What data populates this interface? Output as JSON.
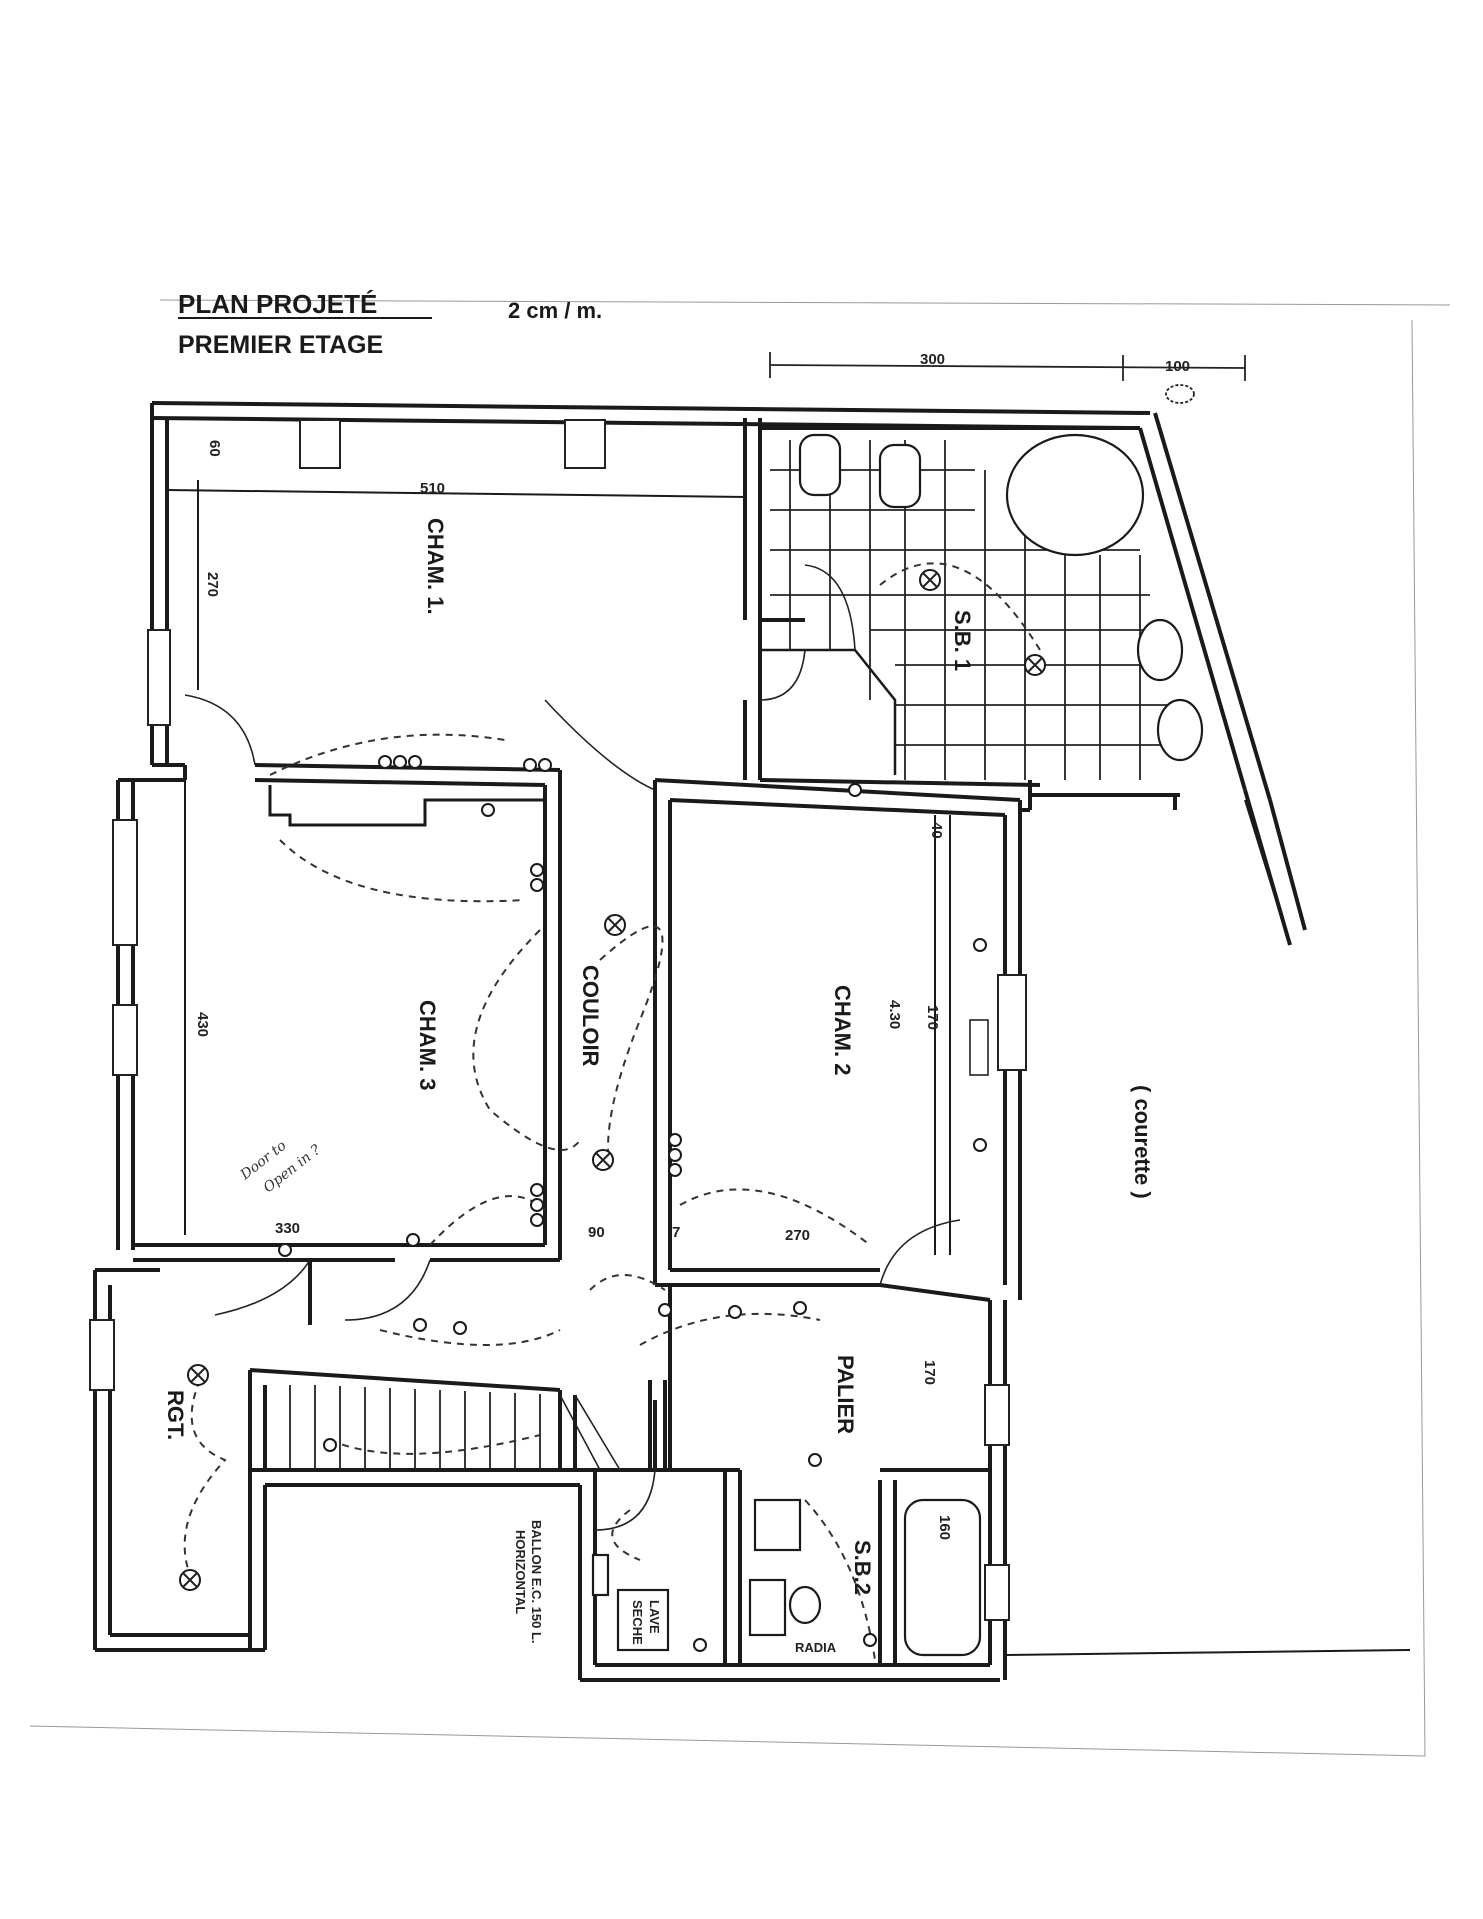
{
  "header": {
    "title_line1": "PLAN PROJETÉ",
    "title_line2": "PREMIER ETAGE",
    "scale": "2 cm / m."
  },
  "dimensions": {
    "top_300": "300",
    "top_100": "100",
    "d60": "60",
    "d510": "510",
    "d270_left": "270",
    "d430": "430",
    "d330": "330",
    "d90": "90",
    "d7": "7",
    "d270_bottom": "270",
    "d40": "40",
    "d170_mid": "170",
    "d170_right": "170",
    "d160": "160"
  },
  "rooms": {
    "cham1": "CHAM. 1.",
    "cham2": "CHAM. 2",
    "cham2_area": "4.30",
    "cham3": "CHAM. 3",
    "couloir": "COULOIR",
    "sb1": "S.B. 1",
    "sb2": "S.B.2",
    "rgt": "RGT.",
    "palier": "PALIER",
    "courette": "( courette )"
  },
  "labels": {
    "ballon": "BALLON E.C. 150 L.",
    "horizontal": "HORIZONTAL",
    "lave": "LAVE",
    "seche": "SECHE",
    "radia": "RADIA"
  },
  "annotations": {
    "note_line1": "Door to",
    "note_line2": "Open in ?"
  }
}
